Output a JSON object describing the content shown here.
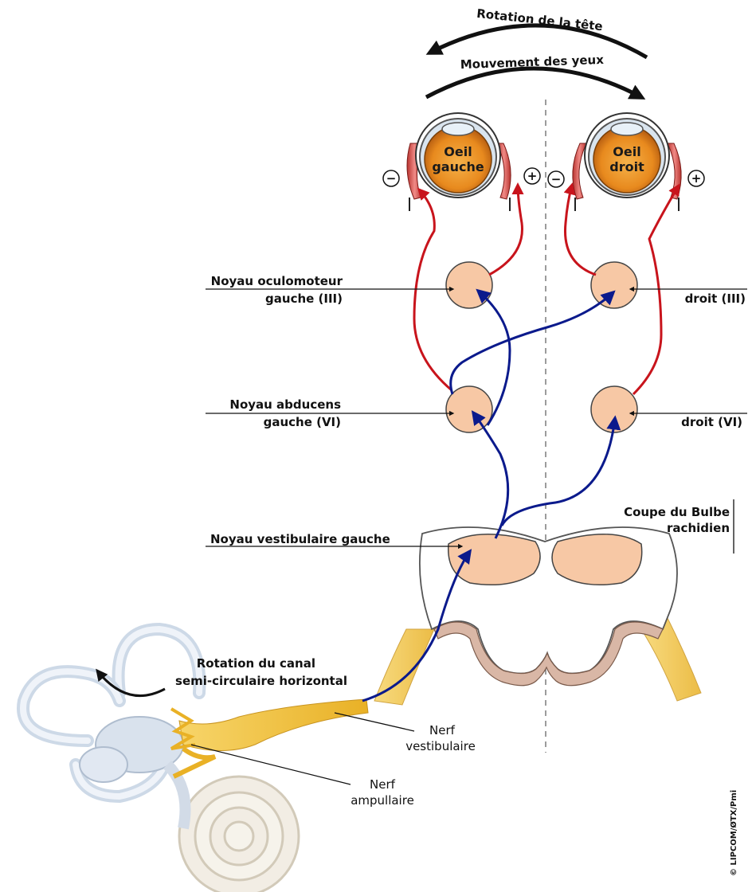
{
  "title_arrows": {
    "head_rotation": "Rotation de la tête",
    "eye_movement": "Mouvement des yeux"
  },
  "eyes": {
    "left": {
      "line1": "Oeil",
      "line2": "gauche"
    },
    "right": {
      "line1": "Oeil",
      "line2": "droit"
    },
    "minus": "−",
    "plus": "+"
  },
  "labels": {
    "oculomotor_left_l1": "Noyau oculomoteur",
    "oculomotor_left_l2": "gauche (III)",
    "oculomotor_right": "droit (III)",
    "abducens_left_l1": "Noyau abducens",
    "abducens_left_l2": "gauche (VI)",
    "abducens_right": "droit (VI)",
    "vestibular_left": "Noyau vestibulaire gauche",
    "medulla_l1": "Coupe du Bulbe",
    "medulla_l2": "rachidien",
    "canal_l1": "Rotation du  canal",
    "canal_l2": "semi-circulaire horizontal",
    "vestibular_nerve_l1": "Nerf",
    "vestibular_nerve_l2": "vestibulaire",
    "ampullary_nerve_l1": "Nerf",
    "ampullary_nerve_l2": "ampullaire",
    "copyright": "© LIPCOM/ØTX/Pmi"
  },
  "colors": {
    "excitatory_path": "#0b1a8c",
    "motor_path": "#c8141c",
    "nucleus_fill": "#f7c8a5",
    "nerve": "#f0c63c",
    "inner_ear": "#c9d6e6"
  }
}
